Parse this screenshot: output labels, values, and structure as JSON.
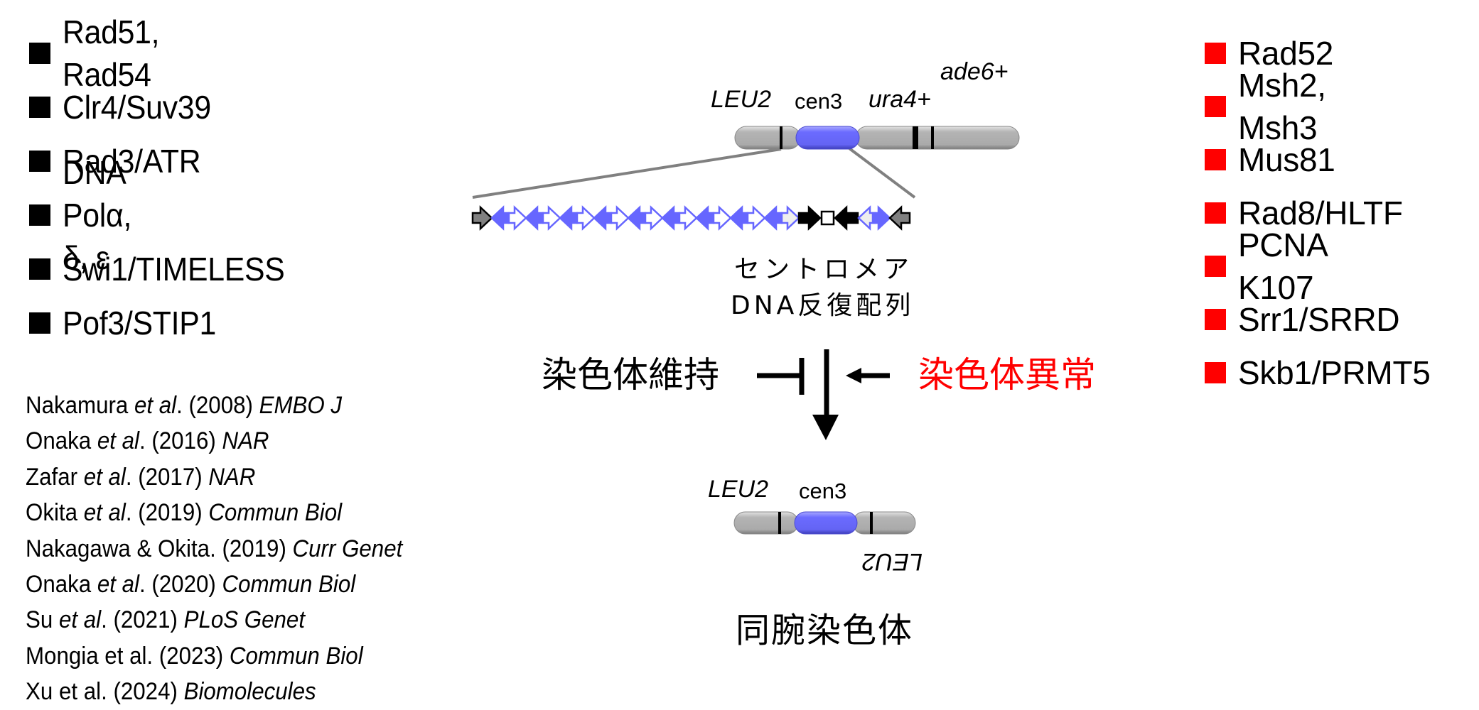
{
  "left_factors": {
    "bullet_color": "#000000",
    "items": [
      "Rad51, Rad54",
      "Clr4/Suv39",
      "Rad3/ATR",
      "DNA Polα, δ, ε",
      "Swi1/TIMELESS",
      "Pof3/STIP1"
    ]
  },
  "right_factors": {
    "bullet_color": "#ff0000",
    "items": [
      "Rad52",
      "Msh2, Msh3",
      "Mus81",
      "Rad8/HLTF",
      "PCNA K107",
      "Srr1/SRRD",
      "Skb1/PRMT5"
    ]
  },
  "references": [
    {
      "authors": "Nakamura",
      "etal": "et al",
      "after": ". (2008) ",
      "journal": "EMBO J",
      "etal_italic": true
    },
    {
      "authors": "Onaka",
      "etal": "et al",
      "after": ". (2016) ",
      "journal": "NAR",
      "etal_italic": true
    },
    {
      "authors": "Zafar",
      "etal": "et al",
      "after": ". (2017) ",
      "journal": "NAR",
      "etal_italic": true
    },
    {
      "authors": "Okita",
      "etal": "et al",
      "after": ". (2019) ",
      "journal": "Commun Biol",
      "etal_italic": true
    },
    {
      "authors": "Nakagawa & Okita",
      "etal": "",
      "after": ". (2019) ",
      "journal": "Curr Genet",
      "etal_italic": false
    },
    {
      "authors": "Onaka",
      "etal": "et al",
      "after": ". (2020) ",
      "journal": "Commun Biol",
      "etal_italic": true
    },
    {
      "authors": "Su",
      "etal": "et al",
      "after": ". (2021) ",
      "journal": "PLoS Genet",
      "etal_italic": true
    },
    {
      "authors": "Mongia",
      "etal": "et al",
      "after": ". (2023) ",
      "journal": "Commun Biol",
      "etal_italic": false
    },
    {
      "authors": "Xu",
      "etal": "et al",
      "after": ". (2024) ",
      "journal": "Biomolecules",
      "etal_italic": false
    }
  ],
  "top_chromosome": {
    "labels": {
      "leu2": "LEU2",
      "cen3": "cen3",
      "ura4": "ura4+",
      "ade6": "ade6+"
    },
    "caption_line1": "セントロメア",
    "caption_line2": "DNA反復配列"
  },
  "repeat_array": {
    "repeat_pairs": 9,
    "colors": {
      "repeat_blue": "#6666ff",
      "outer_gray": "#808080",
      "inner_black": "#000000",
      "light_gray": "#eeeeee"
    }
  },
  "pathway": {
    "maintenance_label": "染色体維持",
    "aberration_label": "染色体異常",
    "aberration_color": "#ff0000"
  },
  "isochromosome": {
    "labels": {
      "leu2_top": "LEU2",
      "cen3": "cen3",
      "leu2_inverted": "LEU2"
    },
    "caption": "同腕染色体"
  },
  "colors": {
    "chromosome_gray": "#b0b0b0",
    "centromere_blue": "#6b6bff",
    "zoom_line": "#808080"
  }
}
